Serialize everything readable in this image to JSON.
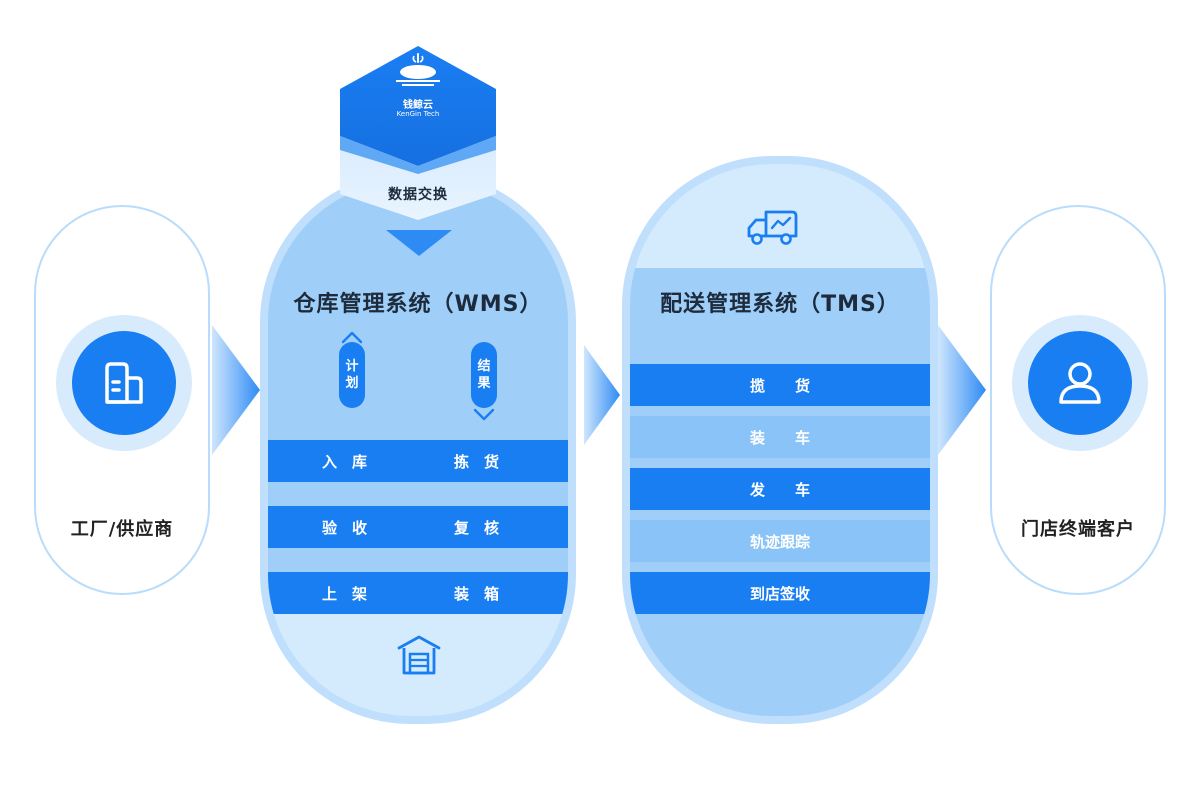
{
  "supplier": {
    "label": "工厂/供应商",
    "icon": "building-icon"
  },
  "customer": {
    "label": "门店终端客户",
    "icon": "person-icon"
  },
  "logo": {
    "name_cn": "钱鲸云",
    "name_en": "KenGin Tech",
    "exchange_label": "数据交换"
  },
  "wms": {
    "title": "仓库管理系统（WMS）",
    "plan_label": [
      "计",
      "划"
    ],
    "result_label": [
      "结",
      "果"
    ],
    "rows": [
      {
        "left": "入　库",
        "right": "拣　货"
      },
      {
        "left": "验　收",
        "right": "复　核"
      },
      {
        "left": "上　架",
        "right": "装　箱"
      }
    ],
    "icon": "warehouse-icon"
  },
  "tms": {
    "title": "配送管理系统（TMS）",
    "rows": [
      "揽　　货",
      "装　　车",
      "发　　车",
      "轨迹跟踪",
      "到店签收"
    ],
    "icon": "delivery-truck-icon"
  },
  "colors": {
    "primary": "#1a7ef3",
    "light": "#9fcff9",
    "pale": "#d7ebfd"
  }
}
